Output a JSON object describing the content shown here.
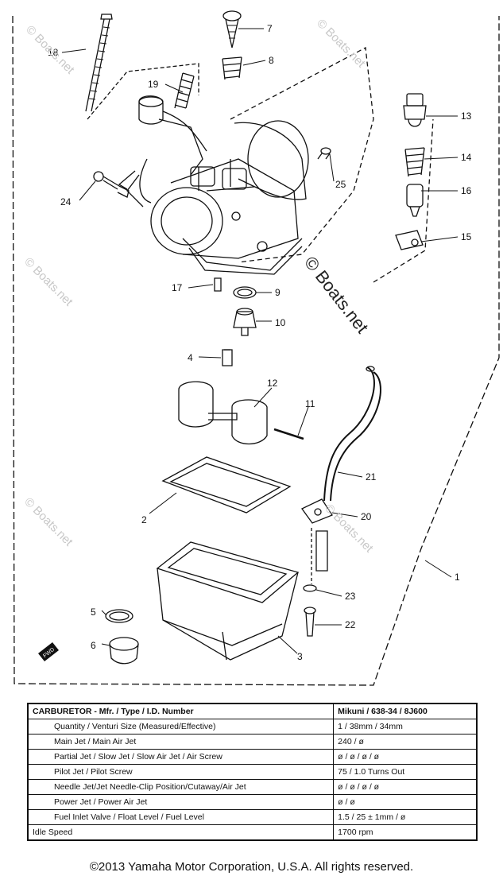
{
  "watermark": "© Boats.net",
  "watermark_short": "Boats.net",
  "callouts": [
    "1",
    "2",
    "3",
    "4",
    "5",
    "6",
    "7",
    "8",
    "9",
    "10",
    "11",
    "12",
    "13",
    "14",
    "15",
    "16",
    "17",
    "18",
    "19",
    "20",
    "21",
    "22",
    "23",
    "24",
    "25"
  ],
  "fwd_label": "FWD",
  "spec_table": {
    "rows": [
      {
        "label": "CARBURETOR - Mfr. / Type / I.D. Number",
        "value": "Mikuni / 638-34 / 8J600"
      },
      {
        "label": "Quantity / Venturi Size (Measured/Effective)",
        "value": "1 / 38mm / 34mm"
      },
      {
        "label": "Main Jet / Main Air Jet",
        "value": "240 / ø"
      },
      {
        "label": "Partial Jet / Slow Jet / Slow Air Jet / Air Screw",
        "value": "ø / ø / ø / ø"
      },
      {
        "label": "Pilot Jet / Pilot Screw",
        "value": "75 / 1.0 Turns Out"
      },
      {
        "label": "Needle Jet/Jet Needle-Clip Position/Cutaway/Air Jet",
        "value": "ø / ø / ø / ø"
      },
      {
        "label": "Power Jet / Power Air Jet",
        "value": "ø / ø"
      },
      {
        "label": "Fuel Inlet Valve / Float Level / Fuel Level",
        "value": "1.5 / 25 ± 1mm / ø"
      },
      {
        "label": "Idle Speed",
        "value": "1700 rpm"
      }
    ]
  },
  "copyright": "©2013 Yamaha Motor Corporation, U.S.A. All rights reserved."
}
